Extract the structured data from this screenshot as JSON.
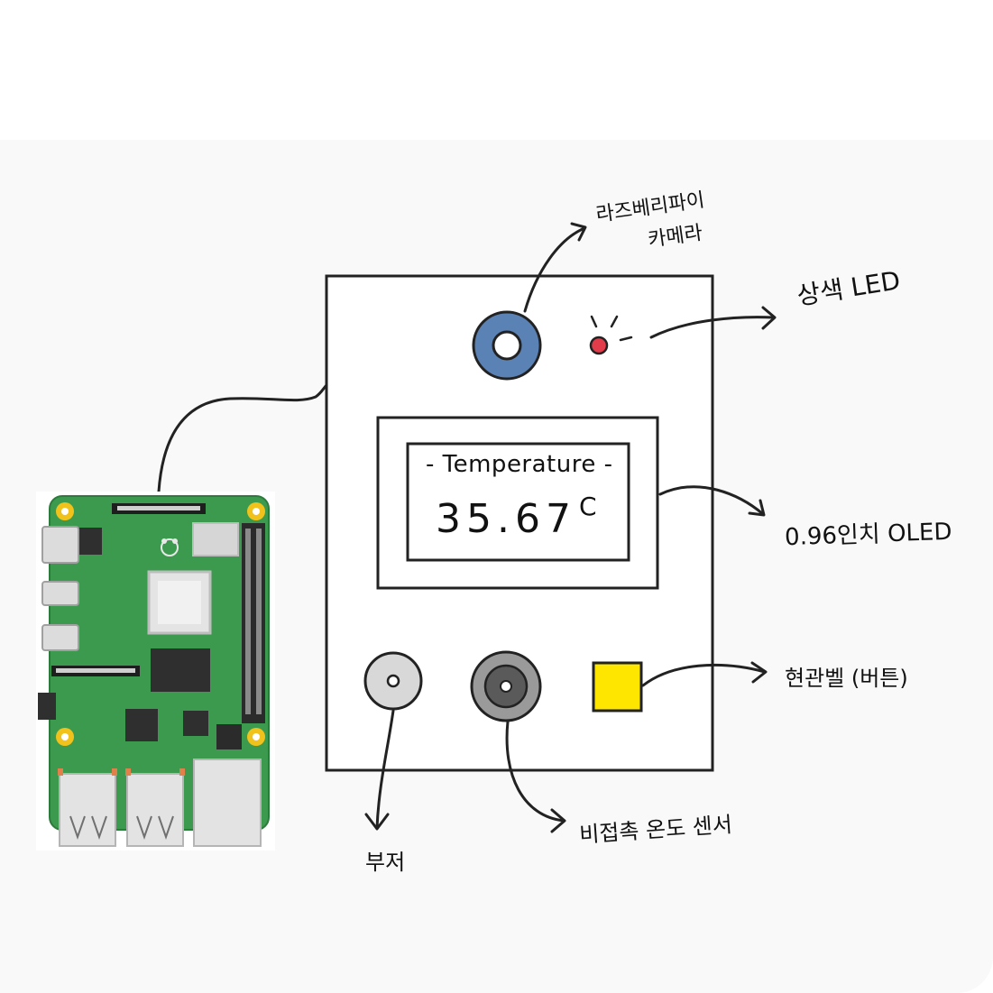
{
  "labels": {
    "camera_line1": "라즈베리파이",
    "camera_line2": "카메라",
    "led": "상색 LED",
    "oled": "0.96인치 OLED",
    "button": "현관벨 (버튼)",
    "buzzer": "부저",
    "temp_sensor": "비접촉 온도 센서"
  },
  "oled_screen": {
    "title": "- Temperature -",
    "value": "35.67",
    "unit": "C"
  },
  "colors": {
    "camera_ring": "#5b82b5",
    "led": "#e23b4a",
    "button": "#ffe600",
    "board": "#3c9a4e",
    "canvas": "#f9f9f9"
  }
}
